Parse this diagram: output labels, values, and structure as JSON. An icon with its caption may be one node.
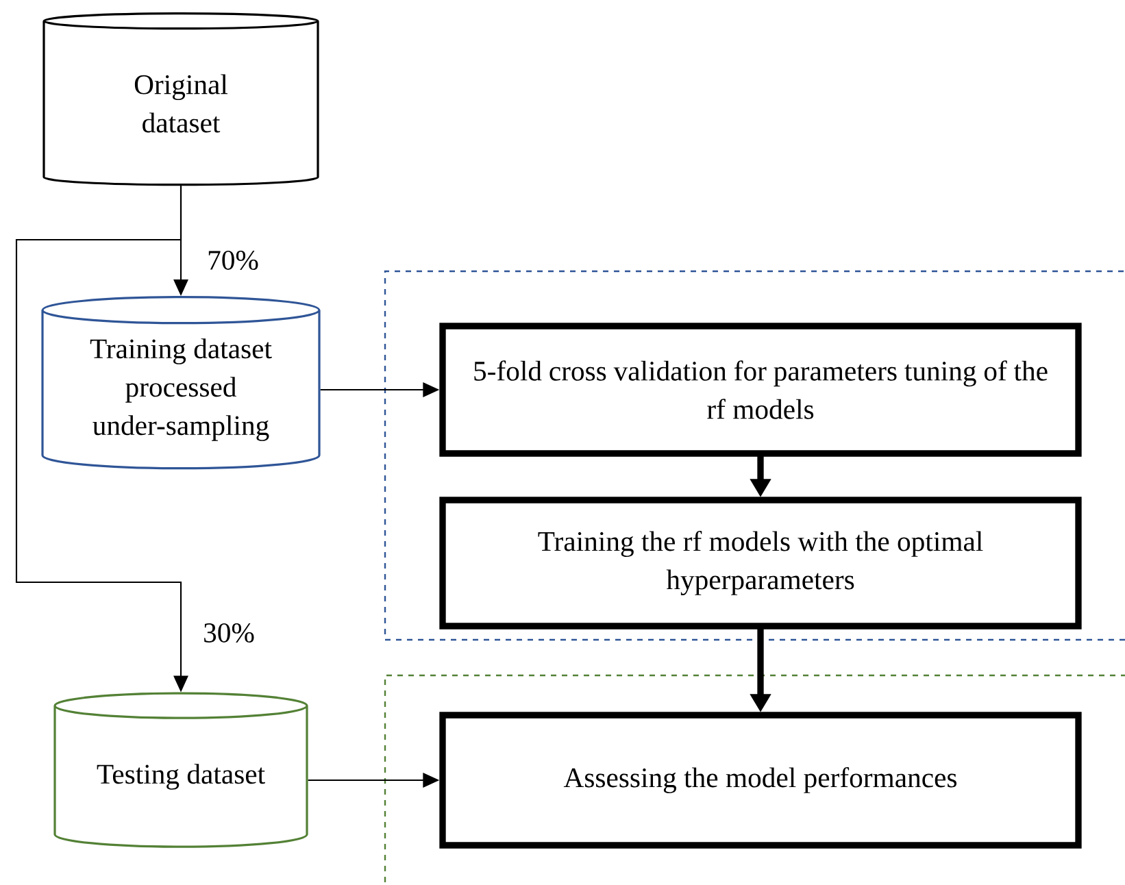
{
  "diagram": {
    "nodes": [
      {
        "text": [
          "Original dataset"
        ]
      },
      {
        "text": [
          "Training dataset processed under-sampling"
        ]
      },
      {
        "text": [
          "Testing dataset"
        ]
      },
      {
        "text": [],
        "shape": "box"
      },
      {
        "text": [
          "5-fold cross validation for parameters tuning of the rf models"
        ],
        "in": 3
      },
      {
        "text": [
          "Training the rf models with the optimal hyperparameters"
        ],
        "in": 3
      },
      {
        "text": [],
        "shape": "box"
      },
      {
        "text": [
          "Assessing the model performances"
        ],
        "in": 6
      }
    ],
    "edges": [
      {
        "from": 0,
        "to": 1,
        "arrow": "to",
        "label": "70%"
      },
      {
        "from": 0,
        "to": 2,
        "arrow": "to",
        "label": "30%"
      },
      {
        "from": 1,
        "to": 4,
        "arrow": "to"
      },
      {
        "from": 4,
        "to": 5,
        "arrow": "to",
        "style": "thick"
      },
      {
        "from": 5,
        "to": 7,
        "arrow": "to",
        "style": "thick"
      },
      {
        "from": 2,
        "to": 7,
        "arrow": "to"
      }
    ]
  }
}
